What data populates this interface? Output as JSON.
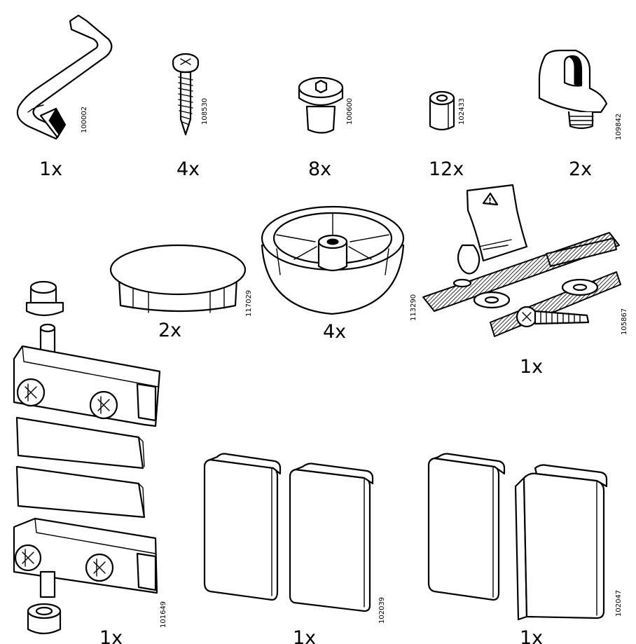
{
  "parts": [
    {
      "id": "allen-key",
      "article": "100002",
      "quantity": "1x",
      "icon": "allen-key-icon"
    },
    {
      "id": "wood-screw",
      "article": "108530",
      "quantity": "4x",
      "icon": "screw-icon"
    },
    {
      "id": "barrel-nut",
      "article": "100600",
      "quantity": "8x",
      "icon": "barrel-nut-icon"
    },
    {
      "id": "spacer-sleeve",
      "article": "102433",
      "quantity": "12x",
      "icon": "spacer-sleeve-icon"
    },
    {
      "id": "shelf-support",
      "article": "109842",
      "quantity": "2x",
      "icon": "shelf-support-icon"
    },
    {
      "id": "cover-cap",
      "article": "117029",
      "quantity": "2x",
      "icon": "cover-cap-icon"
    },
    {
      "id": "adjustable-foot",
      "article": "113290",
      "quantity": "4x",
      "icon": "foot-icon"
    },
    {
      "id": "wall-anchor-kit",
      "article": "105867",
      "quantity": "1x",
      "icon": "wall-anchor-icon"
    },
    {
      "id": "glass-door-hinge-set",
      "article": "101649",
      "quantity": "1x",
      "icon": "hinge-set-icon"
    },
    {
      "id": "glass-clips-pair-a",
      "article": "102039",
      "quantity": "1x",
      "icon": "glass-clip-icon"
    },
    {
      "id": "glass-clips-pair-b",
      "article": "102047",
      "quantity": "1x",
      "icon": "glass-clip-icon"
    }
  ],
  "warning_symbol": "!"
}
